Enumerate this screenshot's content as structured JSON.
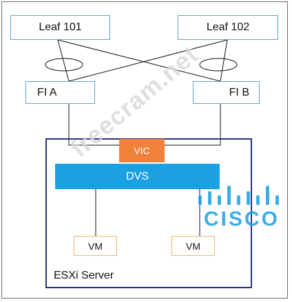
{
  "diagram": {
    "leaf_101": "Leaf 101",
    "leaf_102": "Leaf 102",
    "fi_a": "FI A",
    "fi_b": "FI B",
    "vic": "VIC",
    "dvs": "DVS",
    "vm_left": "VM",
    "vm_right": "VM",
    "esxi_server": "ESXi Server"
  },
  "watermark": "freecram.net",
  "logo": {
    "name": "cisco-logo",
    "wordmark": "CISCO"
  },
  "colors": {
    "leaf_border": "#5aa4cf",
    "vic_fill": "#f0813b",
    "dvs_fill": "#1ba1e2",
    "vm_border": "#e9b46b",
    "esxi_border": "#2a2f7e"
  }
}
